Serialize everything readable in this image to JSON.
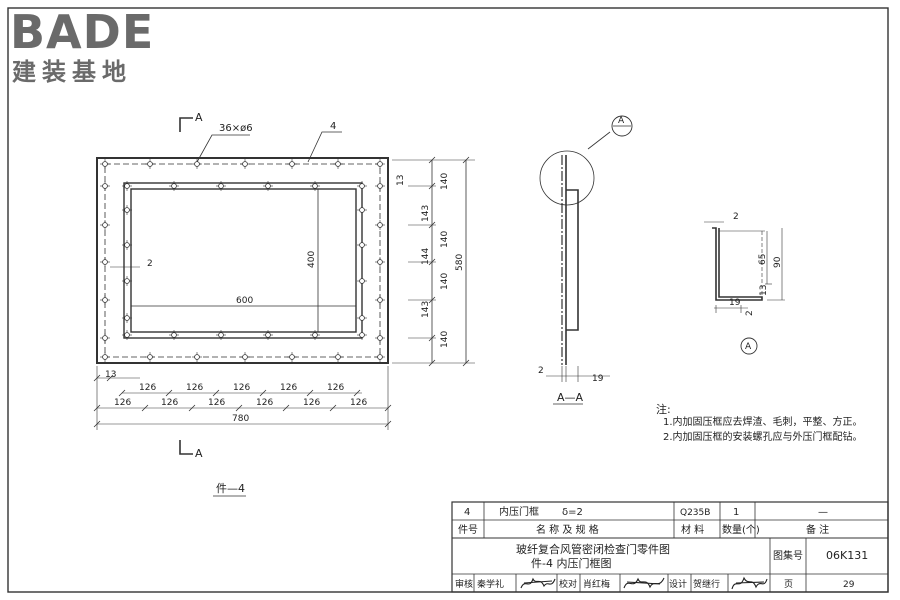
{
  "logo": {
    "brand": "BADE",
    "subtitle": "建装基地"
  },
  "front_view": {
    "section_mark": "A",
    "holes": "36×ø6",
    "part_no": "4",
    "dims_right": [
      "140",
      "143",
      "140",
      "144",
      "140",
      "143",
      "140"
    ],
    "dim_13_top": "13",
    "dim_overall_height": "580",
    "dim_inner_height": "400",
    "dim_inner_width": "600",
    "dim_2": "2",
    "dim_13_bottom": "13",
    "hole_spacing_row1": [
      "126",
      "126",
      "126",
      "126",
      "126"
    ],
    "hole_spacing_row2": [
      "126",
      "126",
      "126",
      "126",
      "126",
      "126"
    ],
    "dim_overall_width": "780",
    "caption": "件—4"
  },
  "section_aa": {
    "callout": "A",
    "dim_left": "2",
    "dim_right": "19",
    "caption": "A—A"
  },
  "detail_a": {
    "dim_top": "2",
    "dim_65": "65",
    "dim_90": "90",
    "dim_19": "19",
    "dim_13": "13",
    "dim_2": "2",
    "label": "A"
  },
  "notes": {
    "title": "注:",
    "items": [
      "1.内加固压框应去焊渣、毛刺，平整、方正。",
      "2.内加固压框的安装螺孔应与外压门框配钻。"
    ]
  },
  "title_block": {
    "row1": {
      "part_no": "4",
      "name": "内压门框",
      "spec": "δ=2",
      "material": "Q235B",
      "qty": "1",
      "remark": "—"
    },
    "header": {
      "part_no": "件号",
      "name_spec": "名 称 及 规 格",
      "material": "材 料",
      "qty": "数量(个)",
      "remark": "备 注"
    },
    "drawing_title": "玻纤复合风管密闭检查门零件图",
    "drawing_subtitle": "件-4 内压门框图",
    "atlas_label": "图集号",
    "atlas_no": "06K131",
    "sign_row": {
      "review_label": "审核",
      "review_name": "秦学礼",
      "check_label": "校对",
      "check_name": "肖红梅",
      "design_label": "设计",
      "design_name": "贺继行",
      "page_label": "页",
      "page_no": "29"
    }
  }
}
